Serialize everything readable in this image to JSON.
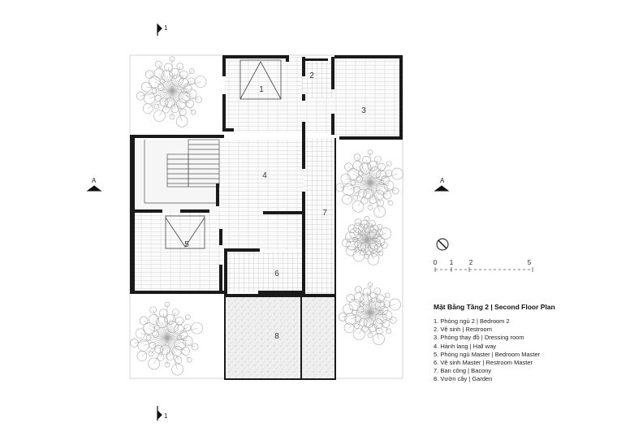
{
  "section_marks": {
    "top": "1",
    "bottom": "1",
    "left": "A",
    "right": "A"
  },
  "room_numbers": [
    "1",
    "2",
    "3",
    "4",
    "5",
    "6",
    "7",
    "8"
  ],
  "scale": {
    "ticks": [
      "0",
      "1",
      "2",
      "5"
    ]
  },
  "legend": {
    "title": "Mặt Bằng Tầng 2  |  Second Floor Plan",
    "items": [
      "1. Phòng ngủ 2  |  Bedroom 2",
      "2. Vệ sinh  |  Restroom",
      "3. Phòng thay đồ  |  Dressing room",
      "4. Hành lang  |  Hall way",
      "5. Phòng ngủ Master  |  Bedroom Master",
      "6. Vệ sinh Master  |  Restroom Master",
      "7. Ban công  |  Bacony",
      "8. Vườn cây  |  Garden"
    ]
  },
  "colors": {
    "wall": "#1a1a1a",
    "floor_line": "#c8c8c8",
    "tree": "#a8a8a8",
    "garden": "#e6e6e6"
  }
}
